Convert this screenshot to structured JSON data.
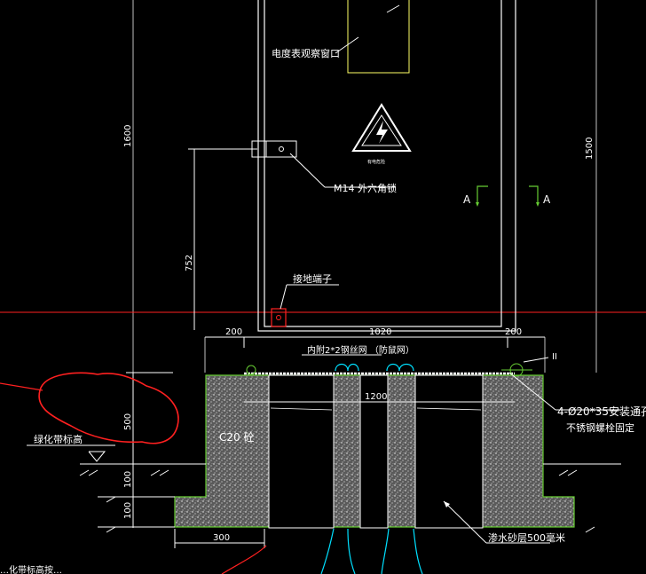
{
  "labels": {
    "meter_window": "电度表观察窗口",
    "lock": "M14 外六角锁",
    "ground_terminal": "接地端子",
    "inner_mesh": "内附2*2钢丝网 （防鼠网）",
    "concrete": "C20 砼",
    "anchor_holes_1": "4-Ø20*35安装通孔",
    "anchor_holes_2": "不锈钢螺栓固定",
    "gravel": "渗水砂层500毫米",
    "green_level": "绿化带标高",
    "warning_small": "有电危险",
    "detail_mark": "II",
    "bottom_note": "…化带标高按…"
  },
  "dimensions": {
    "h1600": "1600",
    "h1500": "1500",
    "h752": "752",
    "w200_left": "200",
    "w1020": "1020",
    "w200_right": "200",
    "w1200": "1200",
    "h500": "500",
    "h100_a": "100",
    "h100_b": "100",
    "w300": "300"
  },
  "section_mark": {
    "left": "A",
    "right": "A"
  },
  "colors": {
    "cabinet": "#ffffff",
    "green": "#66cc33",
    "red": "#ff0000",
    "cyan": "#00e0ff",
    "yellow": "#ffff66",
    "dim": "#cccccc"
  }
}
